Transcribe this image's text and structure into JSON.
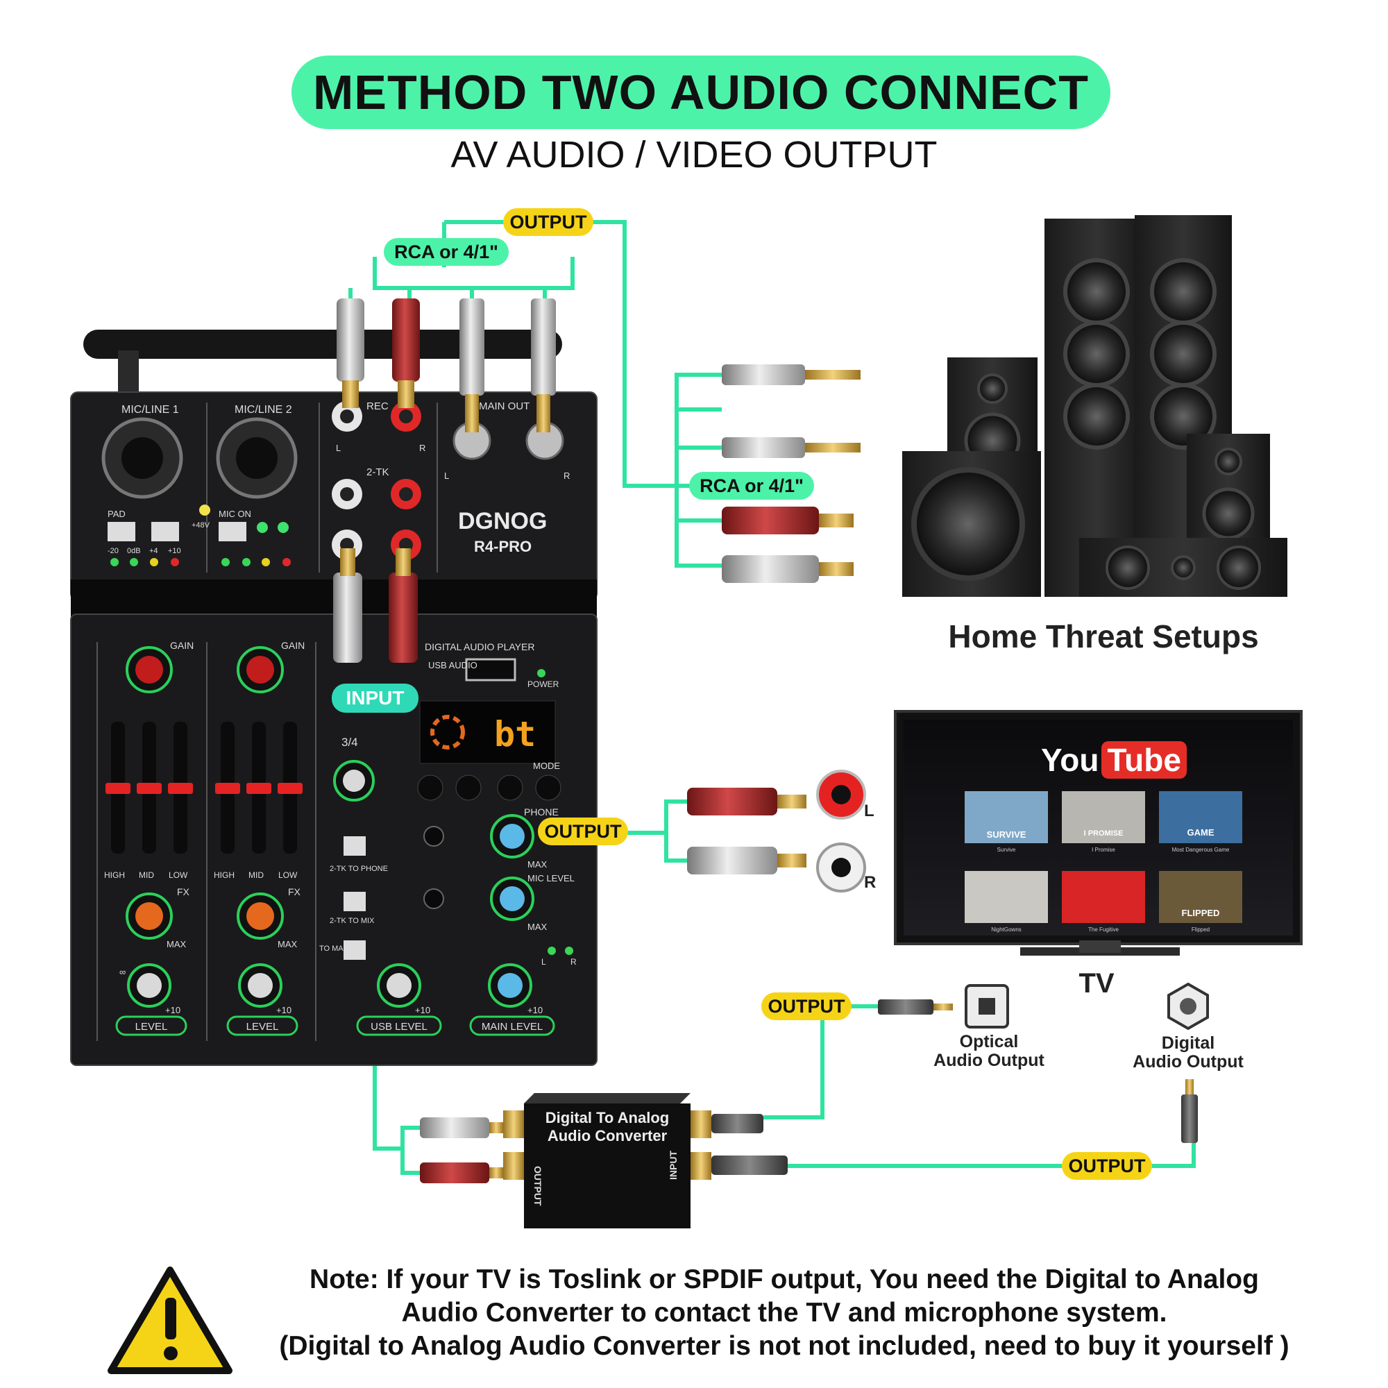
{
  "header": {
    "title": "METHOD TWO AUDIO CONNECT",
    "subtitle": "AV AUDIO / VIDEO OUTPUT"
  },
  "tags": {
    "output_top": "OUTPUT",
    "rca_top": "RCA or 4/1\"",
    "rca_right": "RCA or 4/1\"",
    "input": "INPUT",
    "output_tv": "OUTPUT",
    "output_optical": "OUTPUT",
    "output_digital": "OUTPUT"
  },
  "mixer": {
    "brand": "DGNOG",
    "model": "R4-PRO",
    "ch1_label": "MIC/LINE 1",
    "ch2_label": "MIC/LINE 2",
    "rec_label": "REC",
    "main_out_label": "MAIN OUT",
    "twotk_label": "2-TK",
    "digital_player_label": "DIGITAL AUDIO PLAYER",
    "usb_audio_label": "USB AUDIO",
    "power_label": "POWER",
    "phone_label": "PHONE",
    "mic_level_label": "MIC LEVEL",
    "gain_label": "GAIN",
    "fx_label": "FX",
    "level_label": "LEVEL",
    "usb_level_label": "USB LEVEL",
    "main_level_label": "MAIN LEVEL",
    "display_text": "bt",
    "mode_label": "MODE",
    "pad_label": "PAD",
    "mic_on_label": "MIC ON",
    "plus48_label": "+48V",
    "meter_labels": [
      "-20",
      "0dB",
      "+4",
      "+10"
    ],
    "eq_labels": [
      "HIGH",
      "MID",
      "LOW"
    ],
    "max_label": "MAX",
    "inf_label": "∞",
    "plus10_label": "+10",
    "twotk_phone_label": "2-TK TO PHONE",
    "twotk_mix_label": "2-TK TO MIX",
    "to_main_label": "TO MAIN",
    "ch34_label": "3/4",
    "l_label": "L",
    "r_label": "R"
  },
  "home_theater": {
    "label": "Home Threat Setups"
  },
  "tv": {
    "label": "TV",
    "youtube_you": "You",
    "youtube_tube": "Tube",
    "tiles": [
      {
        "title": "SURVIVE",
        "sub": "Survive"
      },
      {
        "title": "I PROMISE",
        "sub": "I Promise"
      },
      {
        "title": "GAME",
        "sub": "Most Dangerous Game"
      },
      {
        "title": "",
        "sub": "NightGowns"
      },
      {
        "title": "",
        "sub": "The Fugitive"
      },
      {
        "title": "FLIPPED",
        "sub": "Flipped"
      }
    ],
    "l_label": "L",
    "r_label": "R"
  },
  "outputs": {
    "optical_line1": "Optical",
    "optical_line2": "Audio Output",
    "digital_line1": "Digital",
    "digital_line2": "Audio Output"
  },
  "converter": {
    "line1": "Digital To Analog",
    "line2": "Audio Converter",
    "output_side": "OUTPUT",
    "input_side": "INPUT"
  },
  "note": {
    "line1": "Note: If your TV is Toslink or SPDIF output, You need the Digital to Analog",
    "line2": "Audio Converter to contact the TV and microphone system.",
    "line3": "(Digital to Analog Audio Converter is not not included, need to buy it yourself )"
  },
  "colors": {
    "cable": "#2fe3a0",
    "yellow_tag": "#f5d417",
    "green_pill": "#4df2a9",
    "mixer_body": "#1c1c1e",
    "warning": "#f5d417"
  }
}
